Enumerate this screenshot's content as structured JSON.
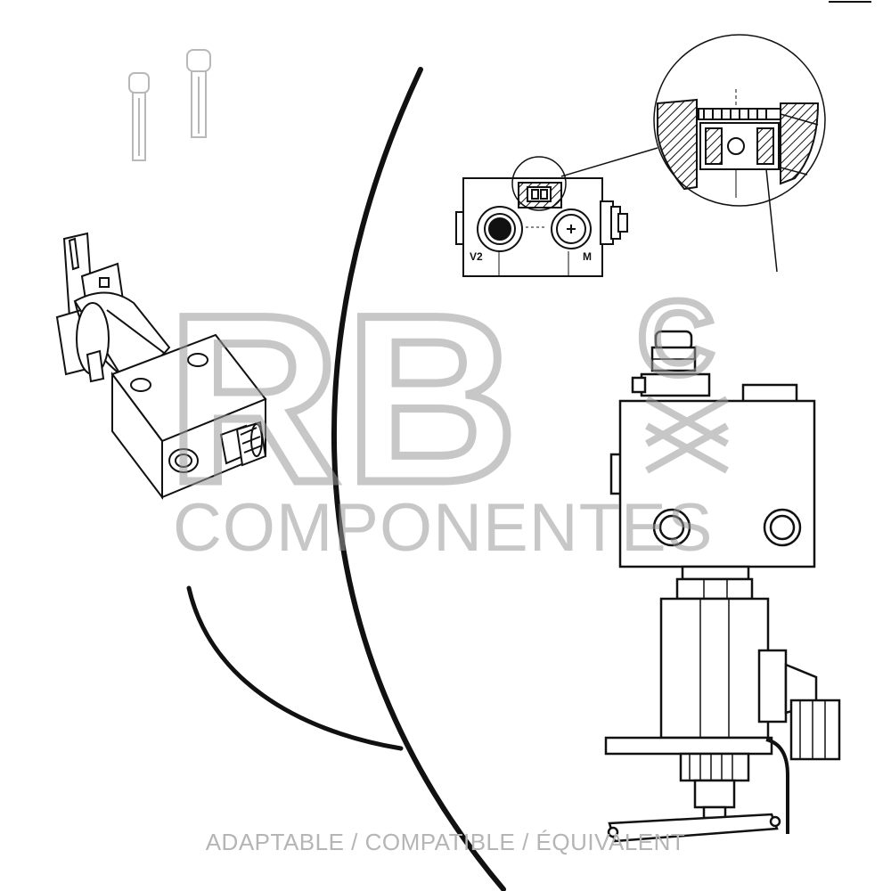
{
  "watermark": {
    "logo_text": "RB",
    "logo_mark": "C",
    "brand_text": "COMPONENTES",
    "color": "#9a9a9a"
  },
  "diagram": {
    "port_label_left": "V2",
    "port_label_right": "M",
    "line_color": "#111111"
  },
  "footer": {
    "tagline": "ADAPTABLE / COMPATIBLE / ÉQUIVALENT",
    "color": "#b5b5b5"
  }
}
